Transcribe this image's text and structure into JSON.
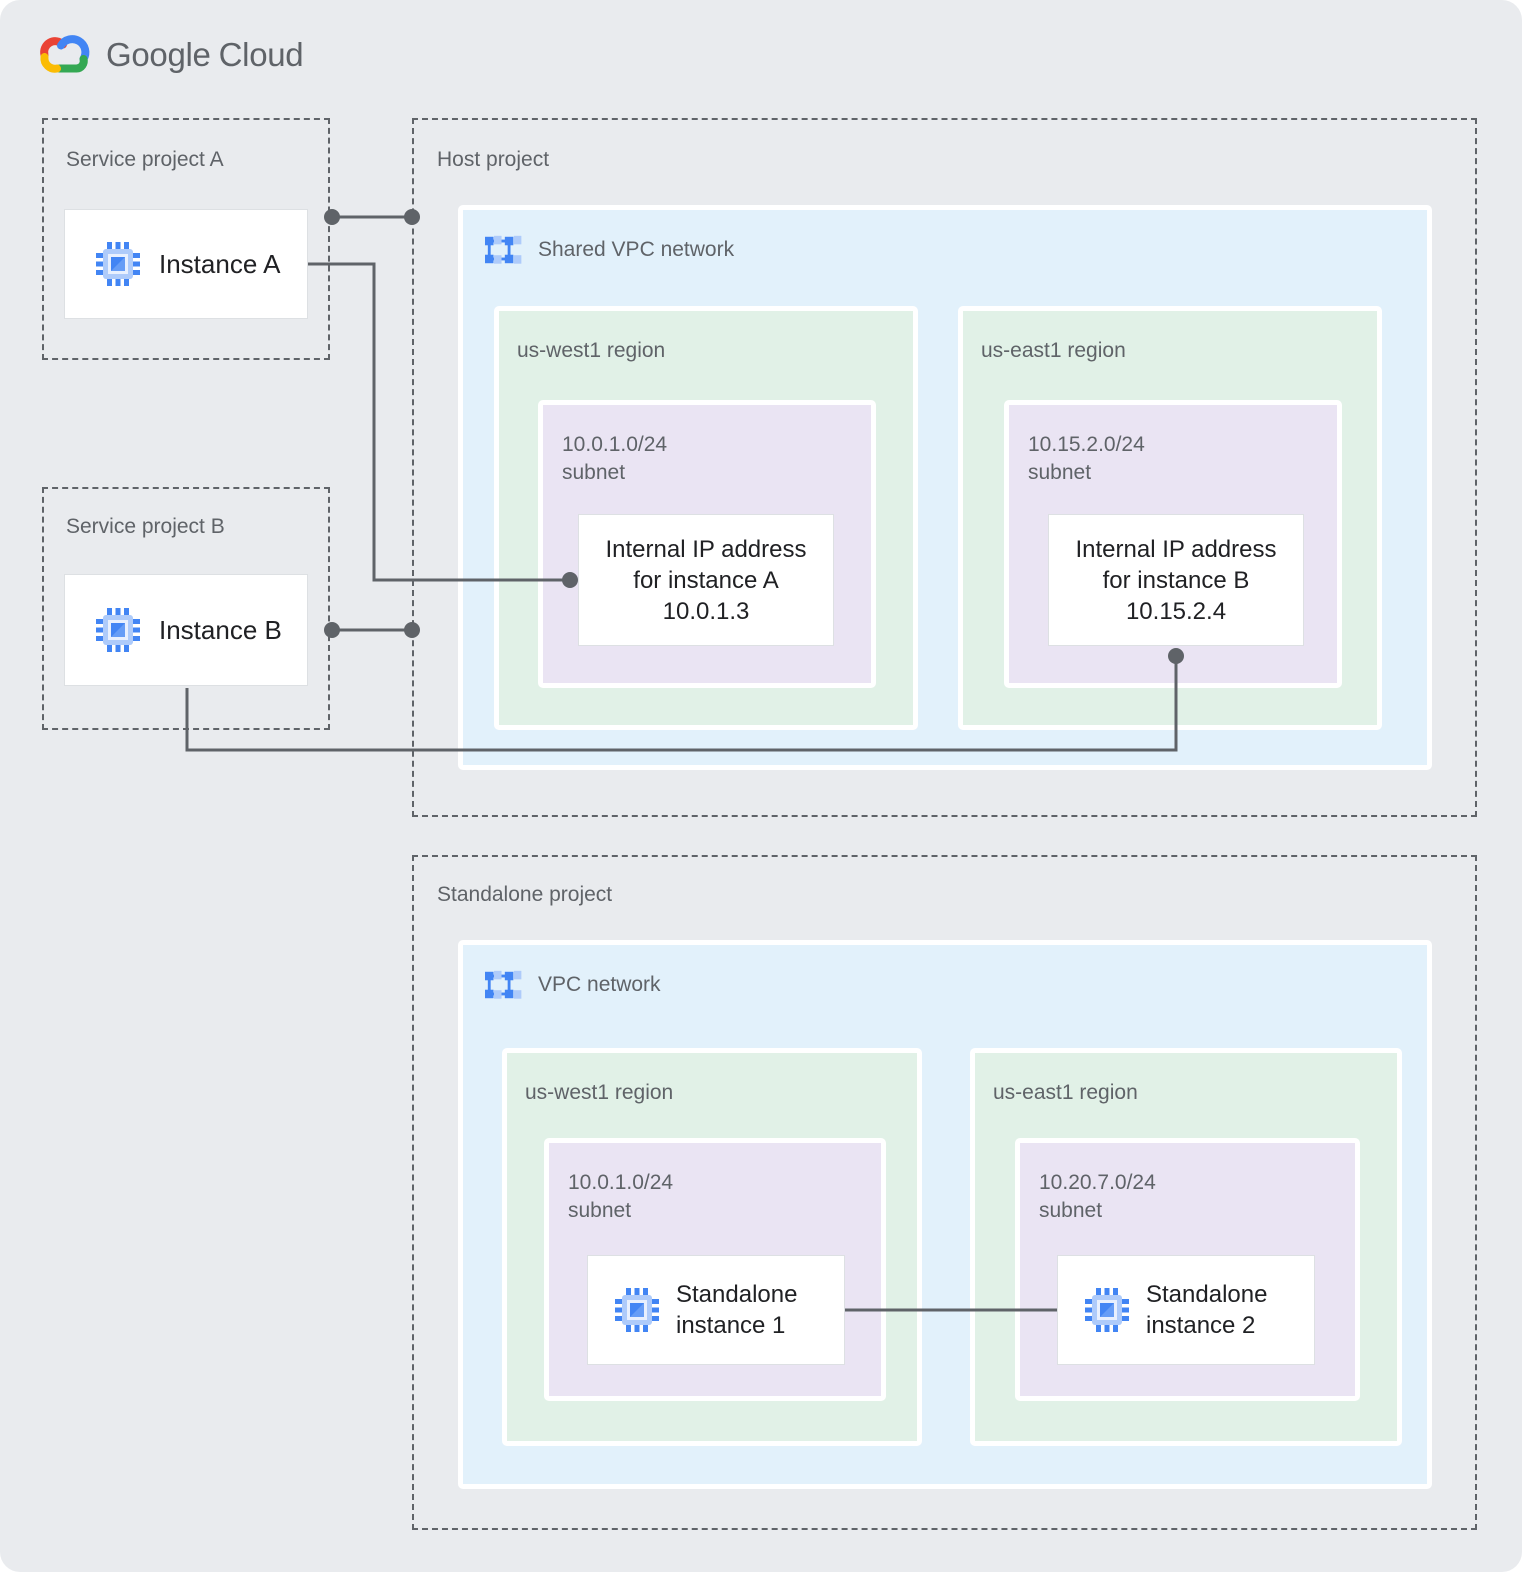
{
  "logo": {
    "brand": "Google",
    "product": "Cloud"
  },
  "colors": {
    "canvas_bg": "#e9ebee",
    "network_bg": "#e2f1fb",
    "region_bg": "#e1f1e7",
    "subnet_bg": "#eae4f3",
    "accent_blue": "#4285f4",
    "accent_blue_light": "#aecbfa",
    "line_gray": "#5f6368",
    "text_dark": "#202124",
    "logo_red": "#ea4335",
    "logo_yellow": "#fbbc04",
    "logo_green": "#34a853"
  },
  "service_project_a": {
    "title": "Service project A",
    "instance": "Instance A"
  },
  "service_project_b": {
    "title": "Service project B",
    "instance": "Instance B"
  },
  "host_project": {
    "title": "Host project",
    "network_label": "Shared VPC network",
    "regions": [
      {
        "title": "us-west1 region",
        "cidr": "10.0.1.0/24",
        "subnet_word": "subnet",
        "ip_card": {
          "line1": "Internal IP address",
          "line2": "for instance A",
          "line3": "10.0.1.3"
        }
      },
      {
        "title": "us-east1 region",
        "cidr": "10.15.2.0/24",
        "subnet_word": "subnet",
        "ip_card": {
          "line1": "Internal IP address",
          "line2": "for instance B",
          "line3": "10.15.2.4"
        }
      }
    ]
  },
  "standalone_project": {
    "title": "Standalone project",
    "network_label": "VPC network",
    "regions": [
      {
        "title": "us-west1 region",
        "cidr": "10.0.1.0/24",
        "subnet_word": "subnet",
        "instance": {
          "line1": "Standalone",
          "line2": "instance 1"
        }
      },
      {
        "title": "us-east1 region",
        "cidr": "10.20.7.0/24",
        "subnet_word": "subnet",
        "instance": {
          "line1": "Standalone",
          "line2": "instance 2"
        }
      }
    ]
  }
}
